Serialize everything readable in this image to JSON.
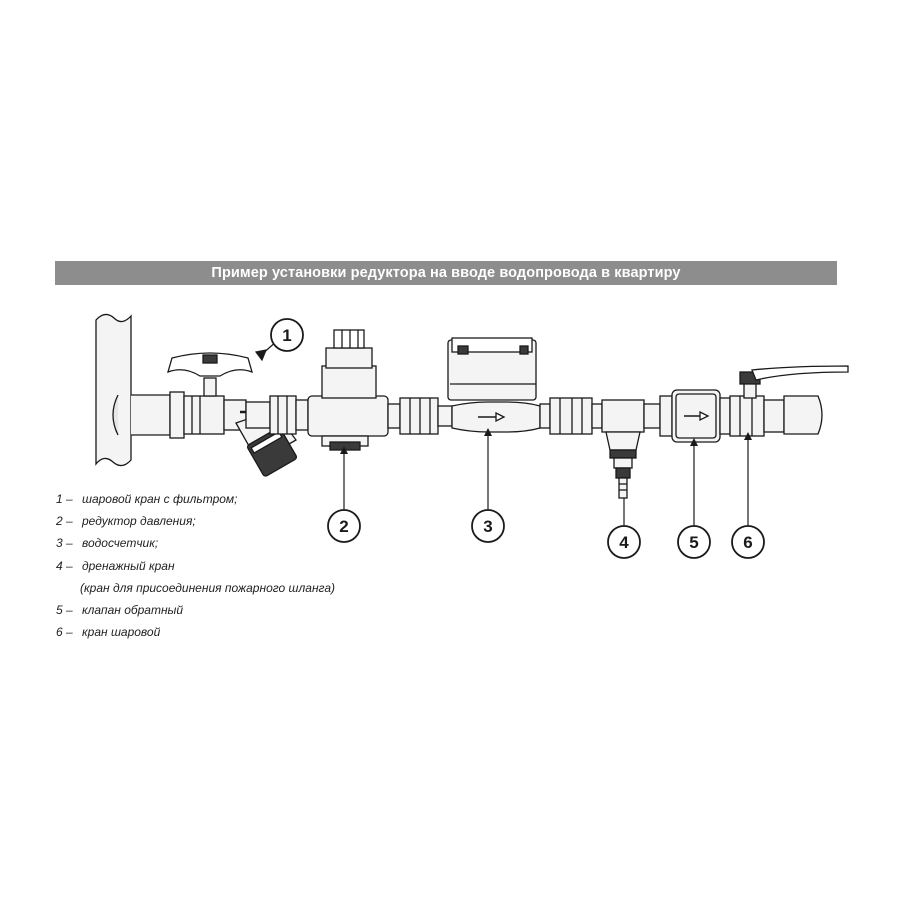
{
  "title": "Пример  установки редуктора на вводе водопровода в квартиру",
  "callouts": [
    "1",
    "2",
    "3",
    "4",
    "5",
    "6"
  ],
  "legend": [
    {
      "num": "1 –",
      "text": "шаровой кран с фильтром;"
    },
    {
      "num": "2 –",
      "text": "редуктор давления;"
    },
    {
      "num": "3 –",
      "text": "водосчетчик;"
    },
    {
      "num": "4 –",
      "text": "дренажный кран"
    },
    {
      "num": "",
      "text": "(кран для присоединения пожарного шланга)"
    },
    {
      "num": "5 –",
      "text": "клапан обратный"
    },
    {
      "num": "6 –",
      "text": "кран шаровой"
    }
  ],
  "colors": {
    "title_bg": "#8d8d8d",
    "stroke": "#1a1a1a",
    "fill_light": "#f2f2f2",
    "fill_dark": "#3a3a3a"
  }
}
